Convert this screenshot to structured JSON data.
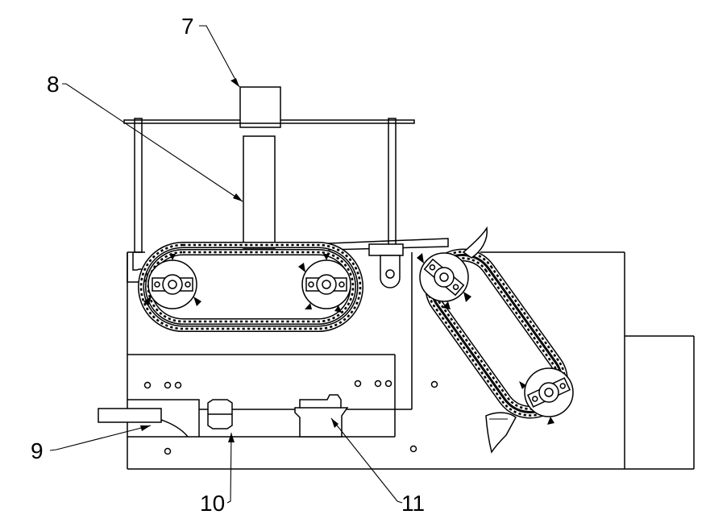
{
  "figure": {
    "labels": [
      {
        "id": "label-7",
        "text": "7"
      },
      {
        "id": "label-8",
        "text": "8"
      },
      {
        "id": "label-9",
        "text": "9"
      },
      {
        "id": "label-10",
        "text": "10"
      },
      {
        "id": "label-11",
        "text": "11"
      }
    ]
  },
  "colors": {
    "line": "#000000",
    "background": "#ffffff"
  }
}
